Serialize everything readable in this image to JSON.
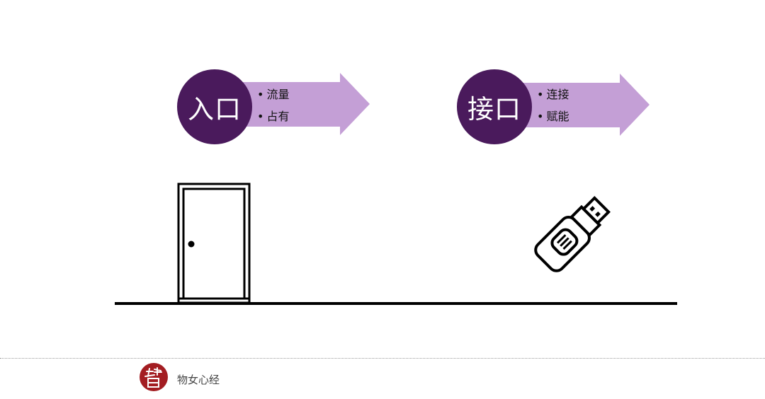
{
  "left_concept": {
    "title": "入口",
    "bullets": [
      "流量",
      "占有"
    ]
  },
  "right_concept": {
    "title": "接口",
    "bullets": [
      "连接",
      "赋能"
    ]
  },
  "illustrations": {
    "left_icon": "door-icon",
    "right_icon": "usb-drive-icon"
  },
  "footer": {
    "logo_icon": "brand-logo-icon",
    "title": "物女心经"
  },
  "colors": {
    "circle": "#4a1a5c",
    "arrow": "#c49fd6",
    "logo": "#a31d22"
  }
}
